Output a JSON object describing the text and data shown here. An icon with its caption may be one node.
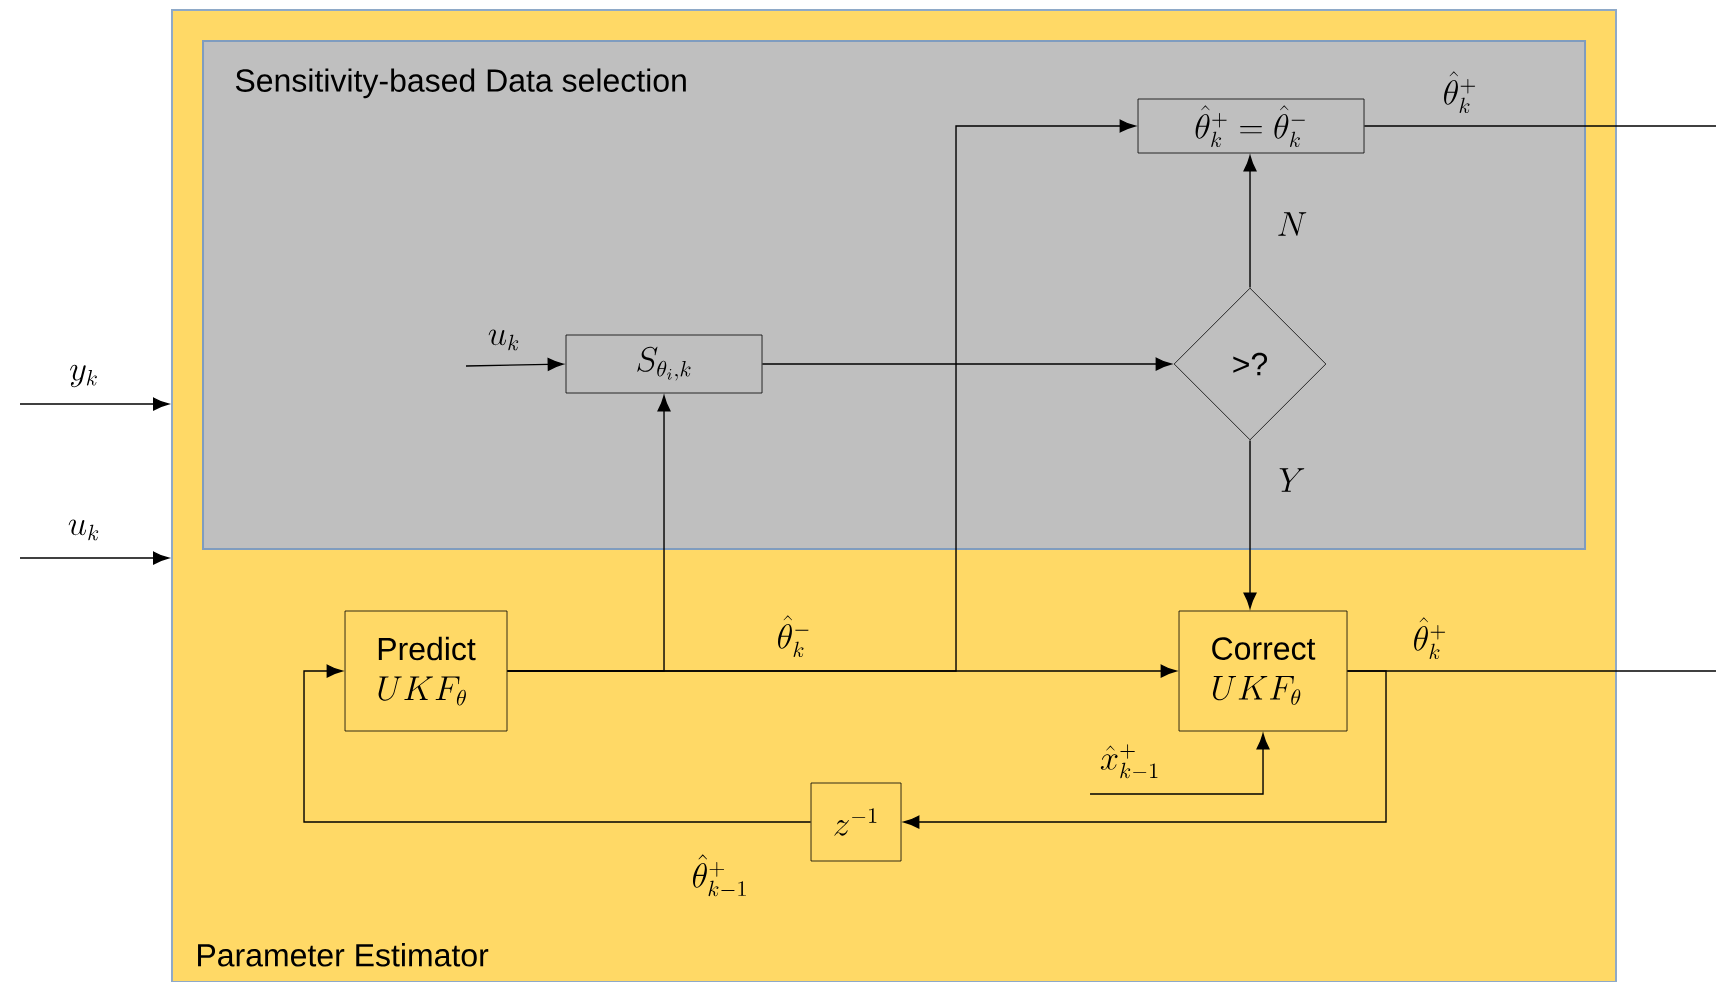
{
  "diagram": {
    "nodes": [
      {
        "text": [
          "Parameter Estimator"
        ]
      },
      {
        "text": [
          "Sensitivity-based Data selection"
        ],
        "in": 0
      },
      {
        "text": [
          "S_{\\theta_i,k}"
        ],
        "in": 1
      },
      {
        "text": [
          "\\hat{\\theta}_k^+ = \\hat{\\theta}_k^-"
        ],
        "in": 1
      },
      {
        "text": [
          ">?"
        ],
        "in": 1
      },
      {
        "text": [
          "Predict",
          "UKF_\\theta"
        ],
        "in": 0
      },
      {
        "text": [
          "Correct",
          "UKF_\\theta"
        ],
        "in": 0
      },
      {
        "text": [
          "z^{-1}"
        ],
        "in": 0
      }
    ],
    "edges": [
      {
        "from": null,
        "to": 0,
        "arrow": "to",
        "label": "y_k"
      },
      {
        "from": null,
        "to": 0,
        "arrow": "to",
        "label": "u_k"
      },
      {
        "from": null,
        "to": 2,
        "arrow": "to",
        "label": "u_k"
      },
      {
        "from": 2,
        "to": 4,
        "arrow": "to"
      },
      {
        "from": 4,
        "to": 3,
        "arrow": "to",
        "label": "N"
      },
      {
        "from": 4,
        "to": 6,
        "arrow": "to",
        "label": "Y"
      },
      {
        "from": 5,
        "to": 6,
        "arrow": "to",
        "label": "\\hat{\\theta}_k^-"
      },
      {
        "from": 5,
        "to": 2,
        "arrow": "to"
      },
      {
        "from": 5,
        "to": 3,
        "arrow": "to"
      },
      {
        "from": 3,
        "to": null,
        "arrow": "none",
        "label": "\\hat{\\theta}_k^+"
      },
      {
        "from": 6,
        "to": null,
        "arrow": "none",
        "label": "\\hat{\\theta}_k^+"
      },
      {
        "from": 6,
        "to": 7,
        "arrow": "to"
      },
      {
        "from": 7,
        "to": 5,
        "arrow": "to",
        "label": "\\hat{\\theta}_{k-1}^+"
      },
      {
        "from": null,
        "to": 6,
        "arrow": "to",
        "label": "\\hat{x}_{k-1}^+"
      }
    ]
  }
}
